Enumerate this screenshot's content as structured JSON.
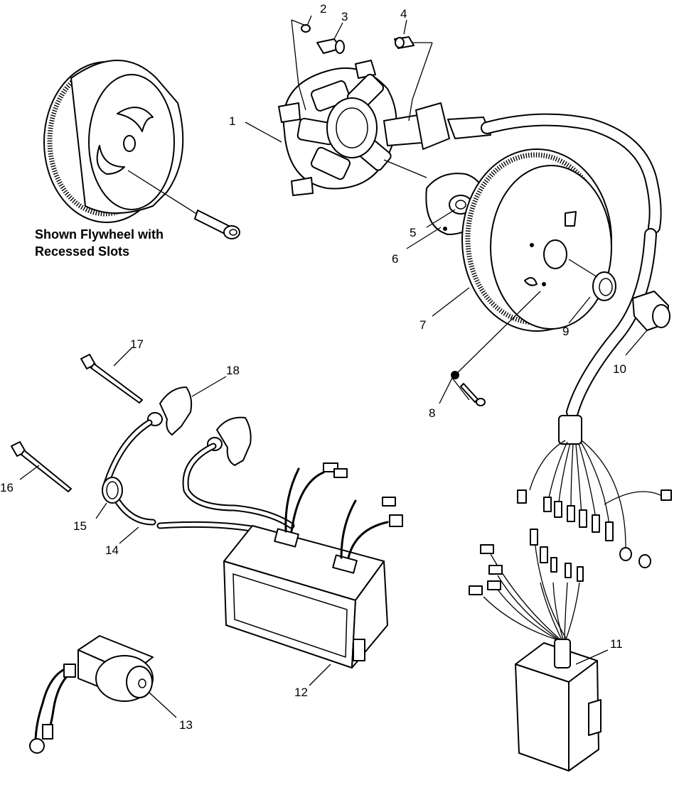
{
  "caption": {
    "line1": "Shown Flywheel with",
    "line2": "Recessed Slots"
  },
  "callouts": {
    "c1": "1",
    "c2": "2",
    "c3": "3",
    "c4": "4",
    "c5": "5",
    "c6": "6",
    "c7": "7",
    "c8": "8",
    "c9": "9",
    "c10": "10",
    "c11": "11",
    "c12": "12",
    "c13": "13",
    "c14": "14",
    "c15": "15",
    "c16": "16",
    "c17": "17",
    "c18": "18"
  }
}
